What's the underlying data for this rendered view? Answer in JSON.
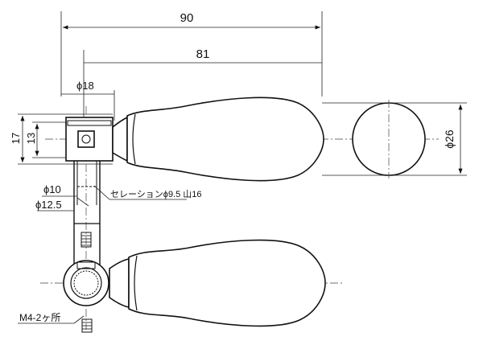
{
  "dimensions": {
    "overall_length": "90",
    "grip_length": "81",
    "hub_diameter": "ϕ18",
    "height_17": "17",
    "height_13": "13",
    "ball_diameter": "ϕ26",
    "shaft_diameter_10": "ϕ10",
    "shaft_diameter_12_5": "ϕ12.5",
    "serration_note": "セレーションϕ9.5 山16",
    "screw_note": "M4-2ヶ所"
  }
}
